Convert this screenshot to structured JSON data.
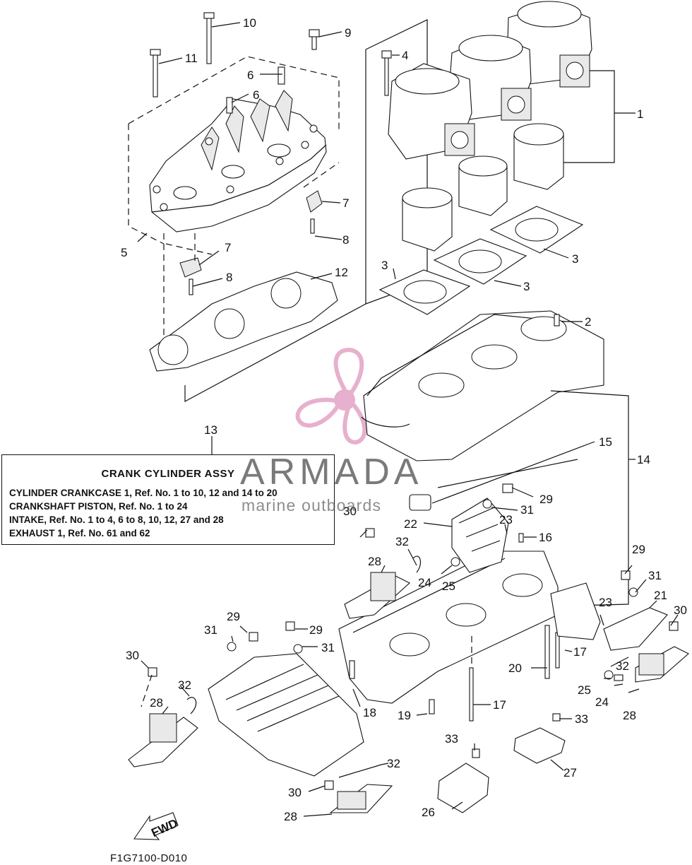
{
  "assembly_box": {
    "title": "CRANK CYLINDER ASSY",
    "lines": [
      "CYLINDER CRANKCASE 1,  Ref. No. 1 to 10, 12 and 14 to 20",
      "CRANKSHAFT PISTON,   Ref. No. 1 to 24",
      "INTAKE, Ref. No. 1 to 4, 6 to 8, 10, 12, 27 and 28",
      "EXHAUST 1, Ref. No. 61 and 62"
    ]
  },
  "watermark": {
    "brand": "ARMADA",
    "tagline": "marine outboards",
    "logo_color": "#e3a3c6"
  },
  "direction_label": "FWD",
  "reference_code": "F1G7100-D010",
  "callouts": [
    {
      "id": "c1",
      "label": "1"
    },
    {
      "id": "c2",
      "label": "2"
    },
    {
      "id": "c3a",
      "label": "3"
    },
    {
      "id": "c3b",
      "label": "3"
    },
    {
      "id": "c3c",
      "label": "3"
    },
    {
      "id": "c4",
      "label": "4"
    },
    {
      "id": "c5",
      "label": "5"
    },
    {
      "id": "c6a",
      "label": "6"
    },
    {
      "id": "c6b",
      "label": "6"
    },
    {
      "id": "c7a",
      "label": "7"
    },
    {
      "id": "c7b",
      "label": "7"
    },
    {
      "id": "c8a",
      "label": "8"
    },
    {
      "id": "c8b",
      "label": "8"
    },
    {
      "id": "c9",
      "label": "9"
    },
    {
      "id": "c10",
      "label": "10"
    },
    {
      "id": "c11",
      "label": "11"
    },
    {
      "id": "c12",
      "label": "12"
    },
    {
      "id": "c13",
      "label": "13"
    },
    {
      "id": "c14",
      "label": "14"
    },
    {
      "id": "c15",
      "label": "15"
    },
    {
      "id": "c16",
      "label": "16"
    },
    {
      "id": "c17a",
      "label": "17"
    },
    {
      "id": "c17b",
      "label": "17"
    },
    {
      "id": "c18",
      "label": "18"
    },
    {
      "id": "c19",
      "label": "19"
    },
    {
      "id": "c20",
      "label": "20"
    },
    {
      "id": "c21",
      "label": "21"
    },
    {
      "id": "c22",
      "label": "22"
    },
    {
      "id": "c23a",
      "label": "23"
    },
    {
      "id": "c23b",
      "label": "23"
    },
    {
      "id": "c24a",
      "label": "24"
    },
    {
      "id": "c24b",
      "label": "24"
    },
    {
      "id": "c25a",
      "label": "25"
    },
    {
      "id": "c25b",
      "label": "25"
    },
    {
      "id": "c26",
      "label": "26"
    },
    {
      "id": "c27",
      "label": "27"
    },
    {
      "id": "c28a",
      "label": "28"
    },
    {
      "id": "c28b",
      "label": "28"
    },
    {
      "id": "c28c",
      "label": "28"
    },
    {
      "id": "c28d",
      "label": "28"
    },
    {
      "id": "c29a",
      "label": "29"
    },
    {
      "id": "c29b",
      "label": "29"
    },
    {
      "id": "c29c",
      "label": "29"
    },
    {
      "id": "c30a",
      "label": "30"
    },
    {
      "id": "c30b",
      "label": "30"
    },
    {
      "id": "c30c",
      "label": "30"
    },
    {
      "id": "c30d",
      "label": "30"
    },
    {
      "id": "c31a",
      "label": "31"
    },
    {
      "id": "c31b",
      "label": "31"
    },
    {
      "id": "c31c",
      "label": "31"
    },
    {
      "id": "c32a",
      "label": "32"
    },
    {
      "id": "c32b",
      "label": "32"
    },
    {
      "id": "c32c",
      "label": "32"
    },
    {
      "id": "c32d",
      "label": "32"
    },
    {
      "id": "c33a",
      "label": "33"
    },
    {
      "id": "c33b",
      "label": "33"
    }
  ]
}
